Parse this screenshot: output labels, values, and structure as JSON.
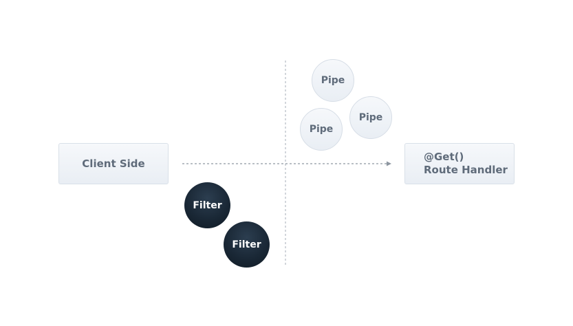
{
  "diagram": {
    "client_label": "Client Side",
    "handler_line1": "@Get()",
    "handler_line2": "Route Handler",
    "pipes": [
      "Pipe",
      "Pipe",
      "Pipe"
    ],
    "filters": [
      "Filter",
      "Filter"
    ]
  },
  "colors": {
    "box_text": "#5f6b7a",
    "box_border": "#d9e0e8",
    "filter_fill": "#1a2836",
    "line": "#9aa3ad"
  }
}
